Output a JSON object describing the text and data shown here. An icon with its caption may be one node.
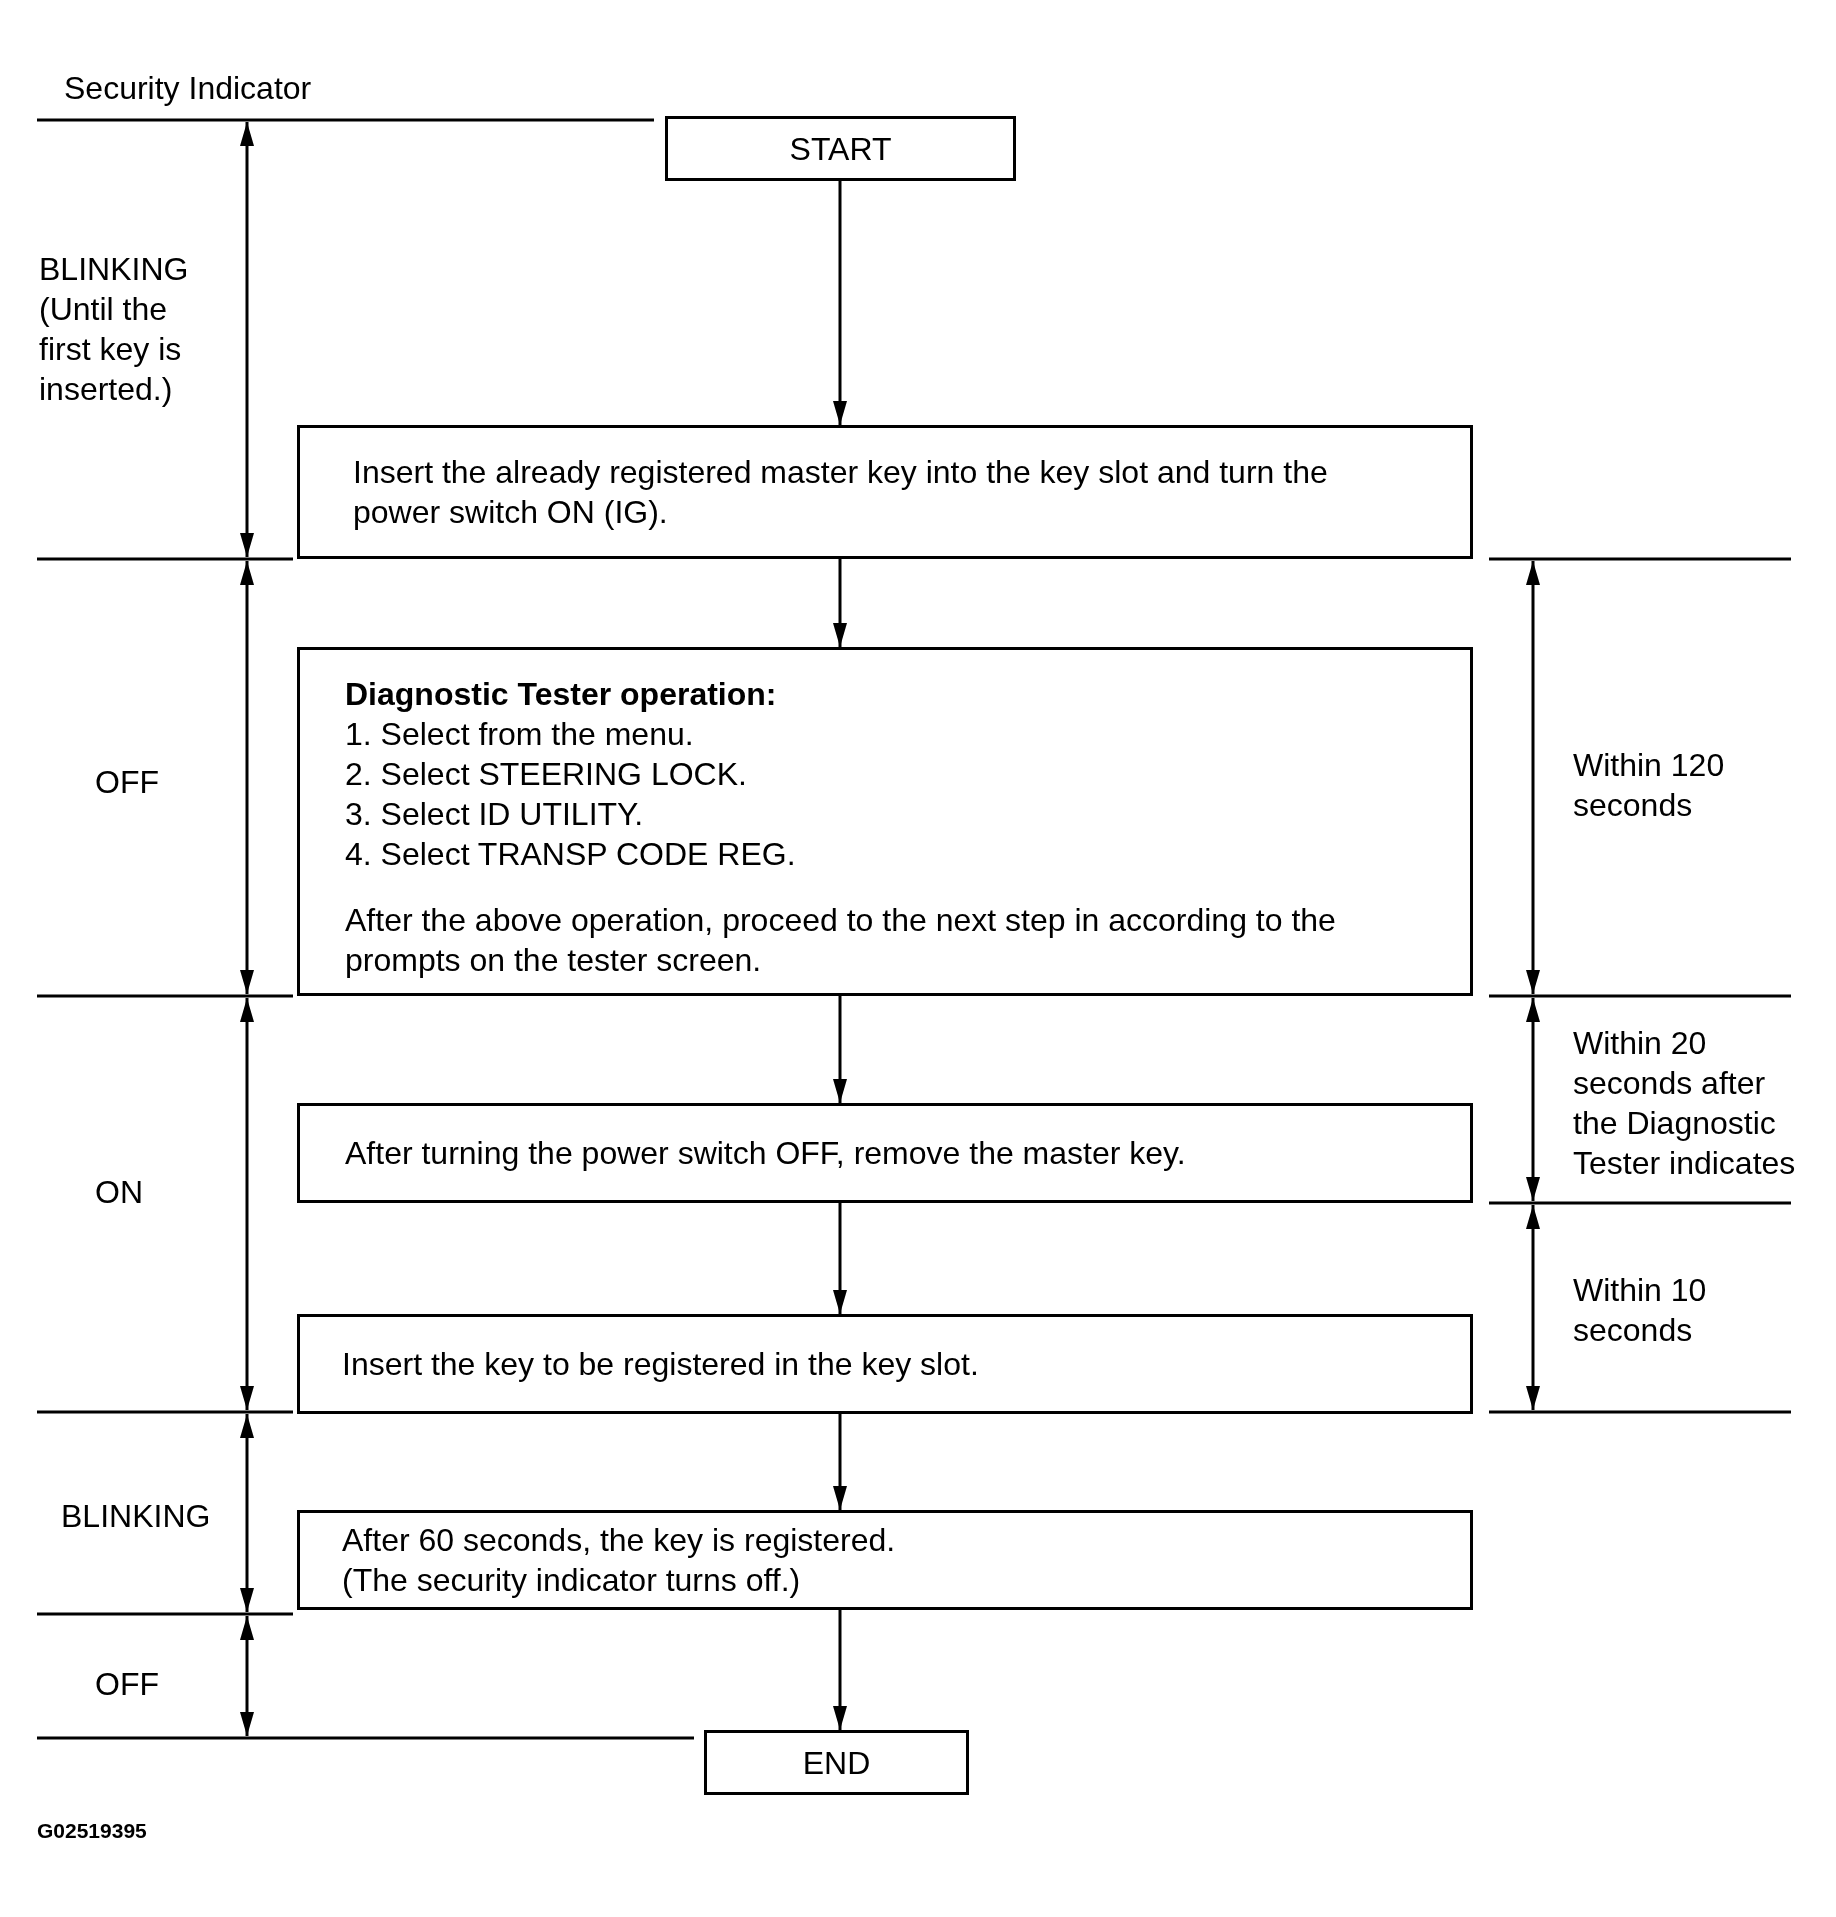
{
  "diagram": {
    "nodes": [
      {
        "text": [
          "START"
        ]
      },
      {
        "text": [
          "Insert the already registered master key into the key slot and turn the power switch ON (IG)."
        ]
      },
      {
        "text": [
          "Diagnostic Tester operation:",
          "1. Select from the menu.",
          "2. Select STEERING LOCK.",
          "3. Select ID UTILITY.",
          "4. Select TRANSP CODE REG.",
          "After the above operation, proceed to the next step in according to the prompts on the tester screen."
        ]
      },
      {
        "text": [
          "After turning the power switch OFF, remove the master key."
        ]
      },
      {
        "text": [
          "Insert the key to be registered in the key slot."
        ]
      },
      {
        "text": [
          "After 60 seconds, the key is registered.",
          "(The security indicator turns off.)"
        ]
      },
      {
        "text": [
          "END"
        ]
      }
    ],
    "edges": [
      {
        "from": 0,
        "to": 1,
        "arrow": "to"
      },
      {
        "from": 1,
        "to": 2,
        "arrow": "to"
      },
      {
        "from": 2,
        "to": 3,
        "arrow": "to"
      },
      {
        "from": 3,
        "to": 4,
        "arrow": "to"
      },
      {
        "from": 4,
        "to": 5,
        "arrow": "to"
      },
      {
        "from": 5,
        "to": 6,
        "arrow": "to"
      }
    ],
    "labels": [
      "Security Indicator",
      "BLINKING (Until the first key is inserted.)",
      "OFF",
      "Within 120 seconds",
      "Within 20 seconds after the Diagnostic Tester indicates",
      "ON",
      "Within 10 seconds",
      "BLINKING",
      "OFF",
      "G02519395"
    ]
  }
}
